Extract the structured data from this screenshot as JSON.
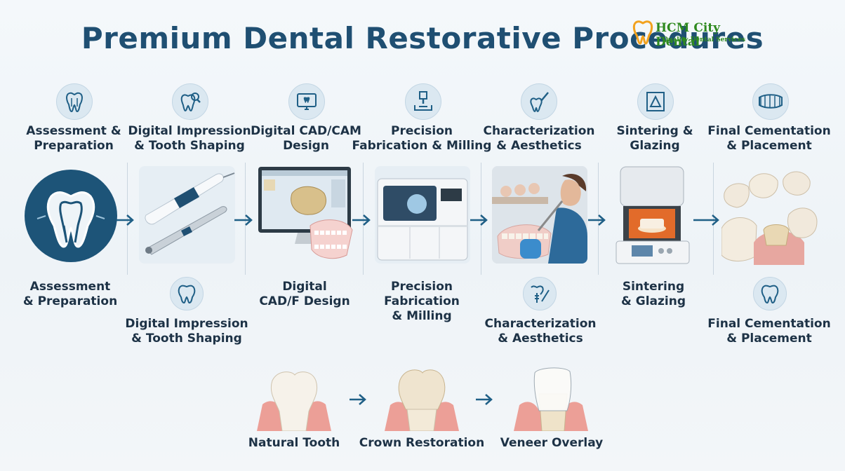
{
  "title": "Premium Dental Restorative Procedures",
  "logo": {
    "name": "HCM City Dental",
    "subtitle": "Quality Dental Services"
  },
  "colors": {
    "title": "#1f4f72",
    "accent": "#1f5f86",
    "logo_green": "#2f8a1f",
    "logo_orange": "#f2a21e",
    "text": "#1d3246"
  },
  "top_steps": [
    {
      "line1": "Assessment &",
      "line2": "Preparation",
      "icon": "tooth-root-icon"
    },
    {
      "line1": "Digital Impression",
      "line2": "& Tooth Shaping",
      "icon": "tooth-magnifier-icon"
    },
    {
      "line1": "Digital CAD/CAM",
      "line2": "Design",
      "icon": "monitor-tooth-icon"
    },
    {
      "line1": "Precision",
      "line2": "Fabrication & Milling",
      "icon": "milling-tool-icon"
    },
    {
      "line1": "Characterization",
      "line2": "& Aesthetics",
      "icon": "brush-tooth-icon"
    },
    {
      "line1": "Sintering &",
      "line2": "Glazing",
      "icon": "furnace-icon"
    },
    {
      "line1": "Final Cementation",
      "line2": "& Placement",
      "icon": "teeth-row-icon"
    }
  ],
  "lower_labels": [
    {
      "line1": "Assessment",
      "line2": "& Preparation"
    },
    {
      "line1": "Digital Impression",
      "line2": "& Tooth Shaping"
    },
    {
      "line1": "Digital",
      "line2": "CAD/F Design"
    },
    {
      "line1": "Precision",
      "line2": "Fabrication",
      "line3": "& Milling"
    },
    {
      "line1": "Characterization",
      "line2": "& Aesthetics"
    },
    {
      "line1": "Sintering",
      "line2": "& Glazing"
    },
    {
      "line1": "Final Cementation",
      "line2": "& Placement"
    }
  ],
  "lower_icons": [
    "tooth-icon",
    "implant-tools-icon",
    "tooth-sparkle-icon"
  ],
  "comparison": [
    {
      "label": "Natural Tooth"
    },
    {
      "label": "Crown Restoration"
    },
    {
      "label": "Veneer Overlay"
    }
  ]
}
